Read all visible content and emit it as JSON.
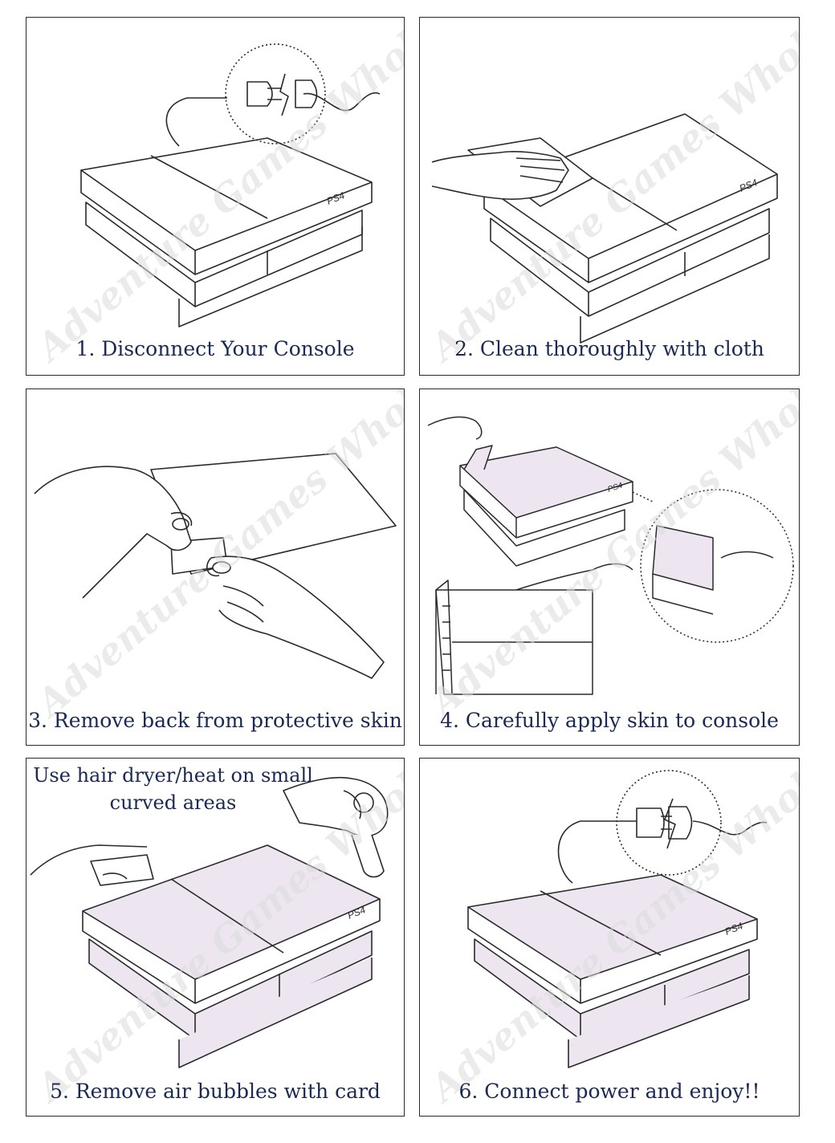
{
  "watermark": "Adventure Games Wholesale",
  "console_label": "PS4",
  "steps": [
    {
      "caption": "1. Disconnect Your Console"
    },
    {
      "caption": "2. Clean thoroughly with cloth"
    },
    {
      "caption": "3. Remove back from protective skin"
    },
    {
      "caption": "4. Carefully apply skin to console"
    },
    {
      "caption": "5. Remove air bubbles with card",
      "note_line1": "Use hair dryer/heat on small",
      "note_line2": "curved areas"
    },
    {
      "caption": "6. Connect power and enjoy!!"
    }
  ],
  "colors": {
    "caption": "#1b2a55",
    "line": "#2a2a2a",
    "skin_tint": "#e9e2ee",
    "watermark": "#dcdcdc"
  }
}
